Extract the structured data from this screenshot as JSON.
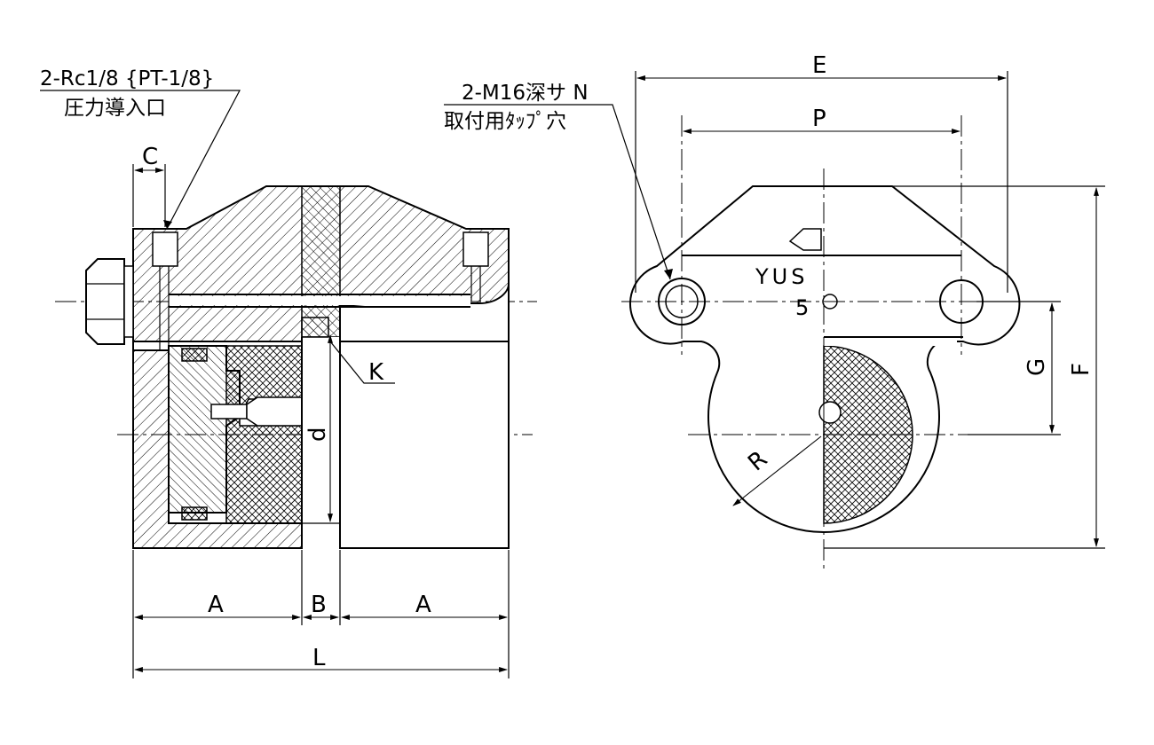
{
  "callouts": {
    "port_thread": "2-Rc1/8 {PT-1/8}",
    "port_desc": "圧力導入口",
    "tap_thread": "2-M16深サ N",
    "tap_desc": "取付用ﾀｯﾌﾟ穴"
  },
  "dimensions": {
    "A_left": "A",
    "B": "B",
    "A_right": "A",
    "L": "L",
    "C": "C",
    "K": "K",
    "d": "d",
    "E": "E",
    "P": "P",
    "F": "F",
    "G": "G",
    "R": "R"
  },
  "marking": {
    "brand": "YUS",
    "number": "5"
  },
  "colors": {
    "line": "#000000",
    "background": "#ffffff"
  }
}
